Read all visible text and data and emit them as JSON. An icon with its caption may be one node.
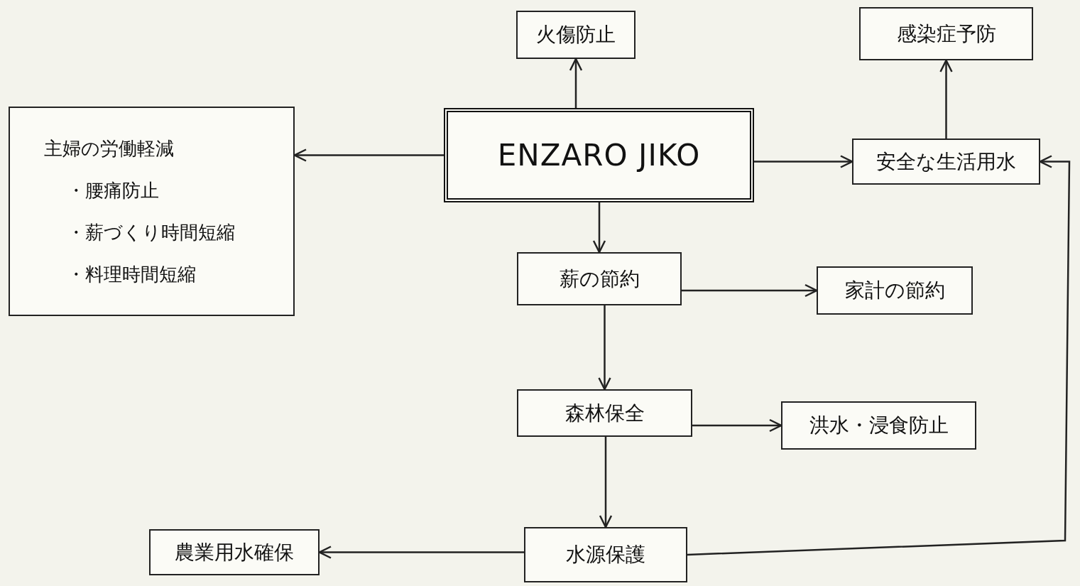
{
  "diagram": {
    "nodes": [
      {
        "text": [
          "火傷防止"
        ]
      },
      {
        "text": [
          "感染症予防"
        ]
      },
      {
        "text": [
          "主婦の労働軽減",
          "・腰痛防止",
          "・薪づくり時間短縮",
          "・料理時間短縮"
        ]
      },
      {
        "text": [
          "ENZARO JIKO"
        ]
      },
      {
        "text": [
          "安全な生活用水"
        ]
      },
      {
        "text": [
          "薪の節約"
        ]
      },
      {
        "text": [
          "家計の節約"
        ]
      },
      {
        "text": [
          "森林保全"
        ]
      },
      {
        "text": [
          "洪水・浸食防止"
        ]
      },
      {
        "text": [
          "水源保護"
        ]
      },
      {
        "text": [
          "農業用水確保"
        ]
      }
    ],
    "edges": [
      {
        "from": 3,
        "to": 0,
        "arrow": "to"
      },
      {
        "from": 3,
        "to": 2,
        "arrow": "to"
      },
      {
        "from": 3,
        "to": 4,
        "arrow": "to"
      },
      {
        "from": 4,
        "to": 1,
        "arrow": "to"
      },
      {
        "from": 3,
        "to": 5,
        "arrow": "to"
      },
      {
        "from": 5,
        "to": 6,
        "arrow": "to"
      },
      {
        "from": 5,
        "to": 7,
        "arrow": "to"
      },
      {
        "from": 7,
        "to": 8,
        "arrow": "to"
      },
      {
        "from": 7,
        "to": 9,
        "arrow": "to"
      },
      {
        "from": 9,
        "to": 10,
        "arrow": "to"
      },
      {
        "from": 9,
        "to": 4,
        "arrow": "to"
      }
    ]
  }
}
